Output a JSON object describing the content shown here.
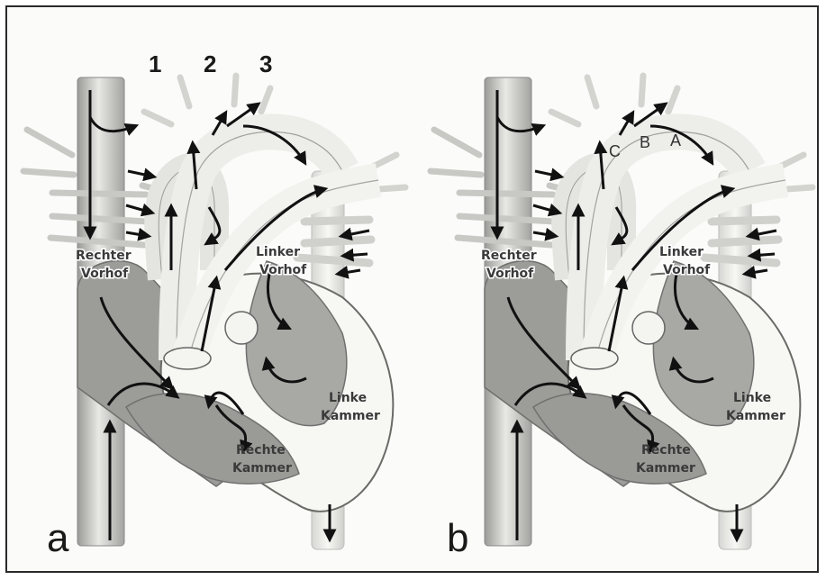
{
  "panels": [
    {
      "letter": "a",
      "rechter_vorhof": [
        "Rechter",
        "Vorhof"
      ],
      "linker_vorhof": [
        "Linker",
        "Vorhof"
      ],
      "linke_kammer": [
        "Linke",
        "Kammer"
      ],
      "rechte_kammer": [
        "Rechte",
        "Kammer"
      ],
      "branch_numbers": [
        "1",
        "2",
        "3"
      ]
    },
    {
      "letter": "b",
      "rechter_vorhof": [
        "Rechter",
        "Vorhof"
      ],
      "linker_vorhof": [
        "Linker",
        "Vorhof"
      ],
      "linke_kammer": [
        "Linke",
        "Kammer"
      ],
      "rechte_kammer": [
        "Rechte",
        "Kammer"
      ],
      "branch_letters": [
        "C",
        "B",
        "A"
      ]
    }
  ],
  "colors": {
    "vessel_light": "#f1f1ee",
    "vessel_mid": "#c9c9c6",
    "vessel_dark": "#8f8f8c",
    "chamber_fill": "#9a9a97",
    "arrow": "#111111"
  }
}
